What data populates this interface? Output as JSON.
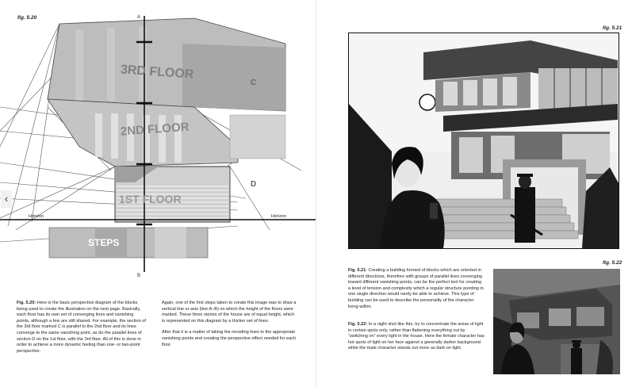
{
  "left_page": {
    "fig_label": "fig. 5.20",
    "diagram": {
      "axis_top": "A",
      "axis_bottom": "B",
      "floor3": "3RD FLOOR",
      "floor2": "2ND FLOOR",
      "floor1": "1ST FLOOR",
      "steps": "STEPS",
      "section_c": "C",
      "section_d": "D",
      "horizon_left": "Horizon",
      "horizon_right": "Horizon"
    },
    "caption_left": {
      "lead": "Fig. 5.20:",
      "text": " Here is the basic perspective diagram of the blocks being used to create the illustration on the next page. Basically, each floor has its own set of converging lines and vanishing points, although a few are still shared. For example, the section of the 3rd floor marked C is parallel to the 2nd floor and its lines converge to the same vanishing point, as do the parallel lines of section D on the 1st floor, with the 3rd floor. All of this is done in order to achieve a more dynamic feeling than one- or two-point perspective."
    },
    "caption_right": {
      "p1": "Again, one of the first steps taken to create this image was to draw a vertical line or axis (line A–B) on which the height of the floors were marked. These three stories of the house are of equal height, which is represented on this diagram by a thicker set of lines.",
      "p2": "After that it is a matter of taking the receding lines to the appropriate vanishing points and creating the perspective effect needed for each floor."
    }
  },
  "right_page": {
    "fig_label_top": "fig. 5.21",
    "fig_label_bottom": "fig. 5.22",
    "caption_521": {
      "lead": "Fig. 5.21",
      "text": ": Creating a building formed of blocks which are oriented in different directions, therefore with groups of parallel lines converging toward different vanishing points, can be the perfect tool for creating a level of tension and complexity which a regular structure pointing in one single direction would rarely be able to achieve. This type of building can be used to describe the personality of the character living within."
    },
    "caption_522": {
      "lead": "Fig. 5.22:",
      "text": " In a night shot like this, try to concentrate the areas of light in certain spots only, rather than flattening everything out by “switching on” every light in the house. Here the female character has hot spots of light on her face against a generally darker background while the male character stands out more as dark on light."
    }
  },
  "navigation": {
    "prev_icon": "‹"
  }
}
